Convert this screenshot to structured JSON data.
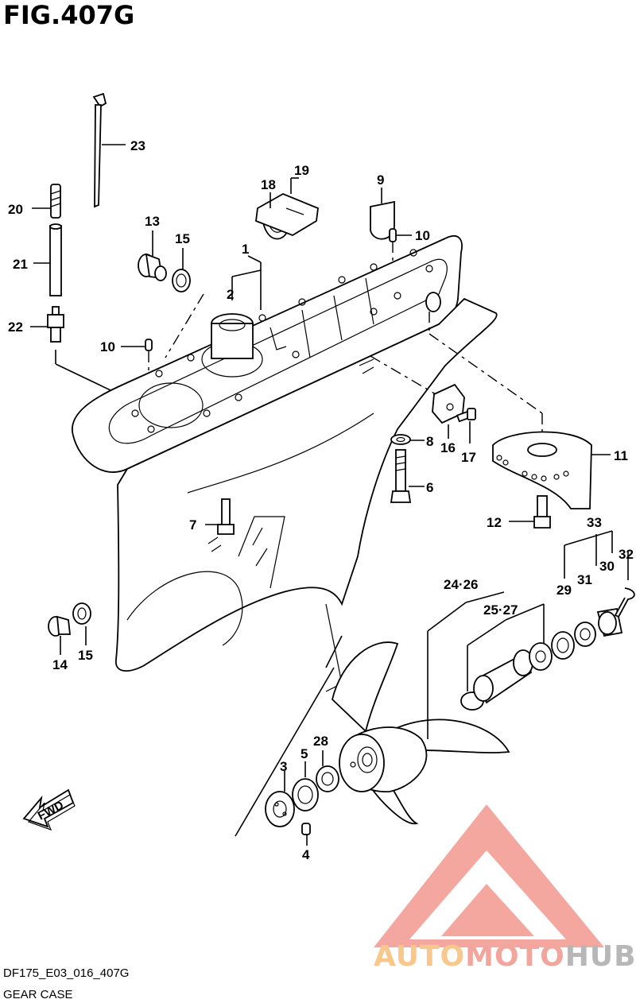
{
  "figure": {
    "title": "FIG.407G",
    "code": "DF175_E03_016_407G",
    "name": "GEAR CASE"
  },
  "callouts": [
    {
      "id": "c1",
      "text": "1"
    },
    {
      "id": "c2",
      "text": "2"
    },
    {
      "id": "c3",
      "text": "3"
    },
    {
      "id": "c4",
      "text": "4"
    },
    {
      "id": "c5",
      "text": "5"
    },
    {
      "id": "c6",
      "text": "6"
    },
    {
      "id": "c7",
      "text": "7"
    },
    {
      "id": "c8",
      "text": "8"
    },
    {
      "id": "c9",
      "text": "9"
    },
    {
      "id": "c10a",
      "text": "10"
    },
    {
      "id": "c10b",
      "text": "10"
    },
    {
      "id": "c11",
      "text": "11"
    },
    {
      "id": "c12",
      "text": "12"
    },
    {
      "id": "c13",
      "text": "13"
    },
    {
      "id": "c14",
      "text": "14"
    },
    {
      "id": "c15a",
      "text": "15"
    },
    {
      "id": "c15b",
      "text": "15"
    },
    {
      "id": "c16",
      "text": "16"
    },
    {
      "id": "c17",
      "text": "17"
    },
    {
      "id": "c18",
      "text": "18"
    },
    {
      "id": "c19",
      "text": "19"
    },
    {
      "id": "c20",
      "text": "20"
    },
    {
      "id": "c21",
      "text": "21"
    },
    {
      "id": "c22",
      "text": "22"
    },
    {
      "id": "c23",
      "text": "23"
    },
    {
      "id": "c2426",
      "text": "24·26"
    },
    {
      "id": "c2527",
      "text": "25·27"
    },
    {
      "id": "c28",
      "text": "28"
    },
    {
      "id": "c29",
      "text": "29"
    },
    {
      "id": "c30",
      "text": "30"
    },
    {
      "id": "c31",
      "text": "31"
    },
    {
      "id": "c32",
      "text": "32"
    },
    {
      "id": "c33",
      "text": "33"
    }
  ],
  "fwd_label": "FWD",
  "watermark": {
    "part1": "AUTO",
    "part2": "MOTO",
    "part3": "HUB",
    "color1": "#f7c78c",
    "color2": "#f2a59c",
    "color3": "#b7b7b7",
    "triangle_color": "#f08a80"
  }
}
